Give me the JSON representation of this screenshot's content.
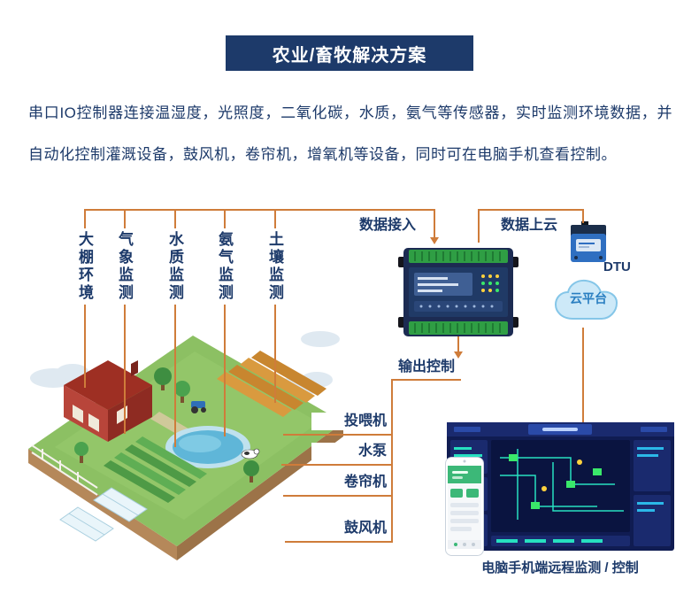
{
  "page": {
    "title_banner": "农业/畜牧解决方案",
    "description": "串口IO控制器连接温湿度，光照度，二氧化碳，水质，氨气等传感器，实时监测环境数据，并自动化控制灌溉设备，鼓风机，卷帘机，增氧机等设备，同时可在电脑手机查看控制。",
    "caption": "电脑手机端远程监测 / 控制"
  },
  "sensors": {
    "items": [
      {
        "label": "大棚环境"
      },
      {
        "label": "气象监测"
      },
      {
        "label": "水质监测"
      },
      {
        "label": "氨气监测"
      },
      {
        "label": "土壤监测"
      }
    ]
  },
  "flow": {
    "data_access": "数据接入",
    "data_to_cloud": "数据上云",
    "dtu_label": "DTU",
    "cloud_platform": "云平台",
    "output_control": "输出控制"
  },
  "outputs": {
    "items": [
      {
        "label": "投喂机"
      },
      {
        "label": "水泵"
      },
      {
        "label": "卷帘机"
      },
      {
        "label": "鼓风机"
      }
    ]
  },
  "colors": {
    "navy": "#1d3a6a",
    "accent_orange": "#cf7c3a",
    "cloud_fill": "#cde9f8",
    "cloud_text": "#2a7fc1",
    "device_terminal_green": "#2f9e44",
    "app_green": "#3cb878"
  }
}
